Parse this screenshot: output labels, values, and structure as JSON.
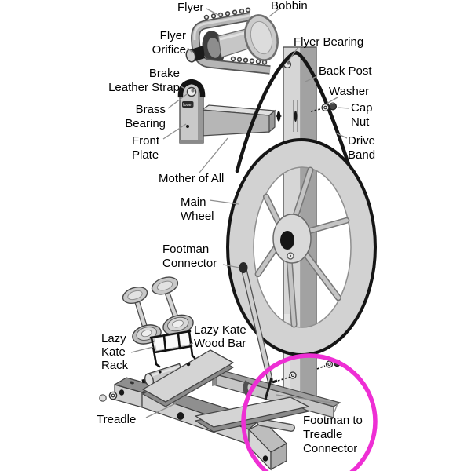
{
  "diagram": {
    "type": "labeled parts diagram",
    "subject": "spinning wheel exploded parts view",
    "logo_text": "louet",
    "highlight": {
      "part": "Footman to Treadle Connector",
      "color": "#ee2fd4",
      "shape": "circle"
    },
    "colors": {
      "background": "#ffffff",
      "line_art_light": "#d2d2d2",
      "line_art_mid": "#a8a8a8",
      "line_art_dark": "#4a4a4a",
      "drive_band_black": "#161616",
      "label_text": "#000000",
      "leader_line": "#8f8f8f",
      "highlight_magenta": "#ee2fd4"
    },
    "labels": {
      "flyer": "Flyer",
      "bobbin": "Bobbin",
      "flyer_orifice": [
        "Flyer",
        "Orifice"
      ],
      "flyer_bearing": "Flyer Bearing",
      "back_post": "Back Post",
      "brake_leather_strap": [
        "Brake",
        "Leather Strap"
      ],
      "washer": "Washer",
      "brass_bearing": [
        "Brass",
        "Bearing"
      ],
      "cap_nut": [
        "Cap",
        "Nut"
      ],
      "front_plate": [
        "Front",
        "Plate"
      ],
      "drive_band": [
        "Drive",
        "Band"
      ],
      "mother_of_all": "Mother of All",
      "main_wheel": [
        "Main",
        "Wheel"
      ],
      "footman_connector": [
        "Footman",
        "Connector"
      ],
      "lazy_kate_wood_bar": [
        "Lazy Kate",
        "Wood Bar"
      ],
      "lazy_kate_rack": [
        "Lazy",
        "Kate",
        "Rack"
      ],
      "treadle": "Treadle",
      "footman_to_treadle_connector": [
        "Footman to",
        "Treadle",
        "Connector"
      ]
    }
  }
}
